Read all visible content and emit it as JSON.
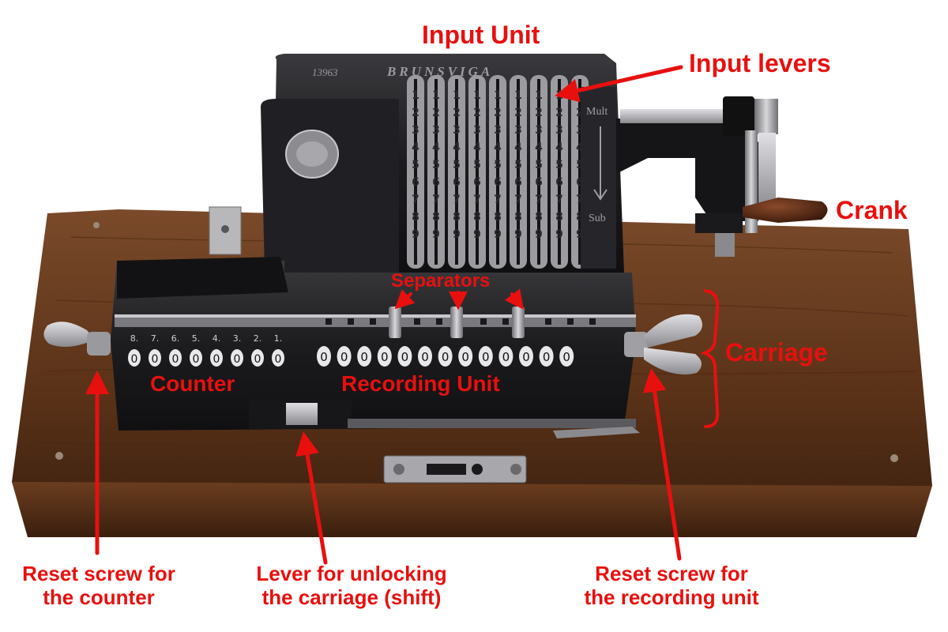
{
  "labels": {
    "input_unit": "Input Unit",
    "input_levers": "Input levers",
    "crank": "Crank",
    "separators": "Separators",
    "carriage": "Carriage",
    "counter": "Counter",
    "recording_unit": "Recording Unit",
    "reset_counter_line1": "Reset screw for",
    "reset_counter_line2": "the counter",
    "shift_lever_line1": "Lever for unlocking",
    "shift_lever_line2": "the carriage (shift)",
    "reset_recording_line1": "Reset screw for",
    "reset_recording_line2": "the recording unit"
  },
  "machine": {
    "brand": "BRUNSVIGA",
    "serial": "13963",
    "counter_positions": [
      "8.",
      "7.",
      "6.",
      "5.",
      "4.",
      "3.",
      "2.",
      "1."
    ],
    "counter_digits": [
      "0",
      "0",
      "0",
      "0",
      "0",
      "0",
      "0",
      "0"
    ],
    "recording_digits": [
      "0",
      "0",
      "0",
      "0",
      "0",
      "0",
      "0",
      "0",
      "0",
      "0",
      "0",
      "0",
      "0"
    ],
    "input_digits": [
      "1",
      "2",
      "3",
      "4",
      "5",
      "6",
      "7",
      "8",
      "9"
    ],
    "crank_marks": [
      "Mult",
      "Sub"
    ]
  },
  "colors": {
    "annotation": "#e8100f",
    "wood": "#5a3218",
    "machine_body": "#1c1c1e"
  }
}
